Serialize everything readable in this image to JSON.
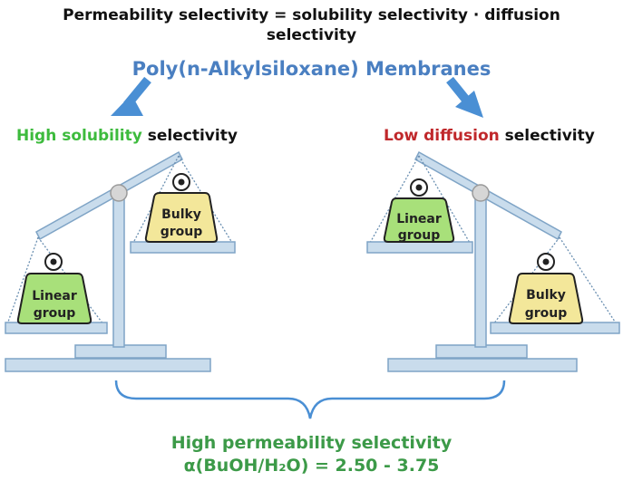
{
  "header": {
    "title_line1": "Permeability selectivity = solubility selectivity · diffusion",
    "title_line2": "selectivity",
    "subtitle": "Poly(n-Alkylsiloxane) Membranes"
  },
  "left": {
    "label_highlight": "High solubility",
    "label_rest": " selectivity",
    "highlight_color": "#3dbb3d",
    "heavy_weight": "Linear group",
    "heavy_line1": "Linear",
    "heavy_line2": "group",
    "light_weight": "Bulky group",
    "light_line1": "Bulky",
    "light_line2": "group"
  },
  "right": {
    "label_highlight": "Low diffusion",
    "label_rest": " selectivity",
    "highlight_color": "#c0282b",
    "light_line1": "Linear",
    "light_line2": "group",
    "heavy_line1": "Bulky",
    "heavy_line2": "group"
  },
  "footer": {
    "title": "High permeability selectivity",
    "value": "α(BuOH/H₂O) = 2.50 - 3.75"
  },
  "colors": {
    "scale_blue": "#c9dcec",
    "scale_stroke": "#7fa4c6",
    "linear_fill": "#a8e07a",
    "bulky_fill": "#f3e79a",
    "arrow_blue": "#4a8fd4"
  }
}
